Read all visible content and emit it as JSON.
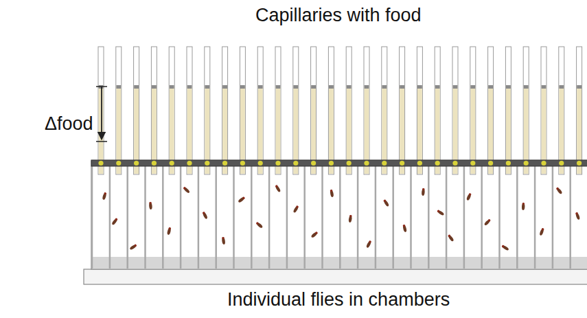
{
  "diagram": {
    "title": "Capillaries with food",
    "caption": "Individual flies in chambers",
    "labels": [
      "Δfood"
    ]
  }
}
